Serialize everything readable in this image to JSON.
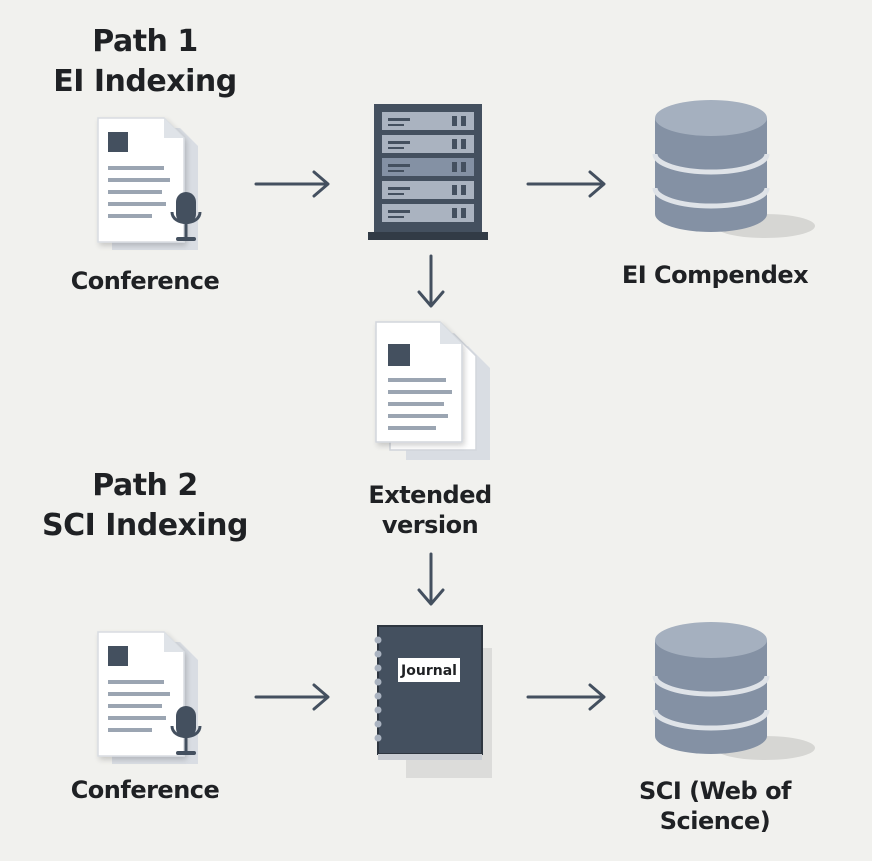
{
  "path1": {
    "line1": "Path 1",
    "line2": "EI Indexing"
  },
  "path2": {
    "line1": "Path 2",
    "line2": "SCI Indexing"
  },
  "nodes": {
    "conference1": "Conference",
    "ei_db": "EI Compendex",
    "extended_line1": "Extended",
    "extended_line2": "version",
    "journal_tag": "Journal",
    "conference2": "Conference",
    "sci_line1": "SCI (Web of",
    "sci_line2": "Science)"
  },
  "icons": {
    "conference": "document-with-microphone-icon",
    "server": "server-rack-icon",
    "database": "database-icon",
    "extended": "stacked-documents-icon",
    "journal": "journal-book-icon"
  },
  "colors": {
    "dark": "#44505f",
    "mid": "#8491a4",
    "light": "#d9dde3",
    "paper": "#ffffff",
    "background": "#f1f1ee"
  }
}
